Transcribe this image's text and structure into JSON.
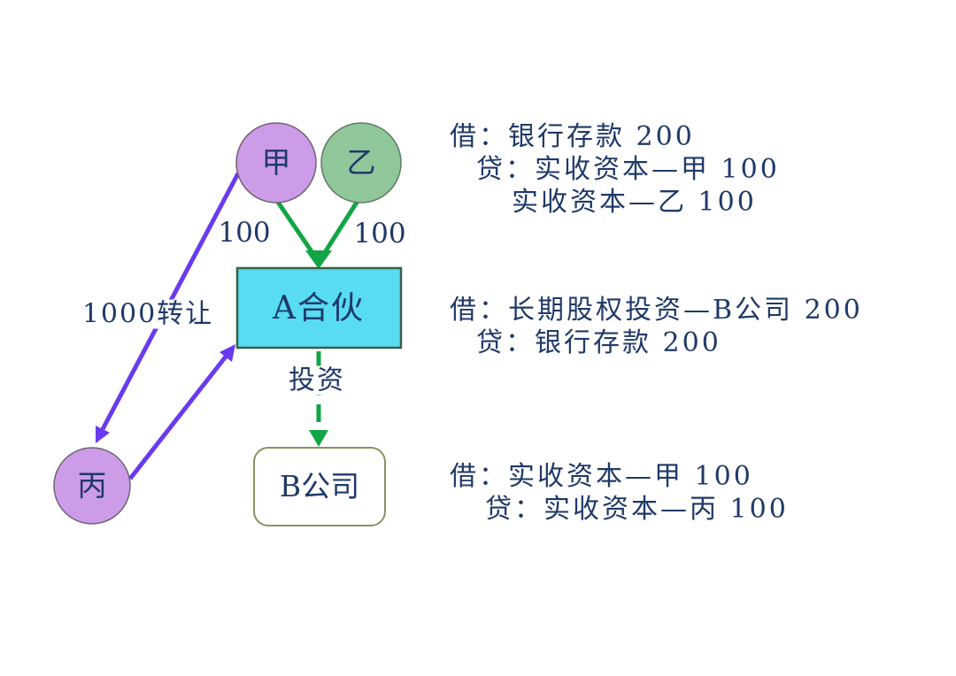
{
  "diagram": {
    "nodes": {
      "jia": {
        "label": "甲",
        "fill": "#cd9ce9",
        "border": "#6e6470"
      },
      "yi": {
        "label": "乙",
        "fill": "#90c79a",
        "border": "#5f7a64"
      },
      "bing": {
        "label": "丙",
        "fill": "#cd9ce9",
        "border": "#6e6470"
      },
      "partnership": {
        "label": "A合伙",
        "fill": "#57dcf2",
        "border": "#3b5f4a"
      },
      "company_b": {
        "label": "B公司",
        "fill": "#ffffff",
        "border": "#8f8f62"
      }
    },
    "labels": {
      "jia_amount": "100",
      "yi_amount": "100",
      "transfer": "1000转让",
      "invest": "投资"
    },
    "colors": {
      "green_arrow": "#12a545",
      "purple_arrow": "#6a3af0",
      "text": "#1f3968"
    }
  },
  "entries": [
    {
      "lines": [
        "借：银行存款 200",
        "贷：实收资本—甲 100",
        "实收资本—乙 100"
      ]
    },
    {
      "lines": [
        "借：长期股权投资—B公司 200",
        "贷：银行存款 200"
      ]
    },
    {
      "lines": [
        "借：实收资本—甲 100",
        "贷：实收资本—丙 100"
      ]
    }
  ]
}
